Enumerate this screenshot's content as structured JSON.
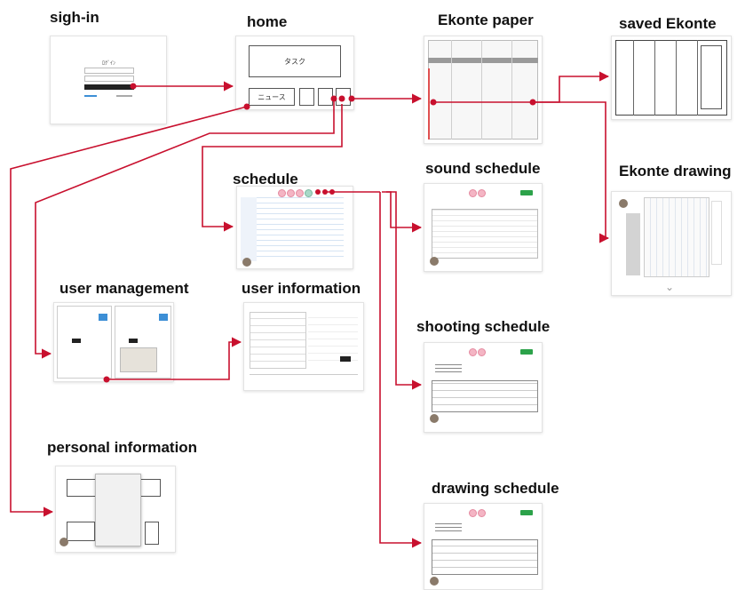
{
  "nodes": {
    "signin": {
      "title": "sigh-in",
      "form_title": "ﾛｸﾞｲﾝ"
    },
    "home": {
      "title": "home",
      "task_label": "タスク",
      "news_label": "ニュース"
    },
    "ekonte_paper": {
      "title": "Ekonte paper"
    },
    "saved_ekonte": {
      "title": "saved Ekonte"
    },
    "ekonte_drawing": {
      "title": "Ekonte drawing"
    },
    "schedule": {
      "title": "schedule"
    },
    "sound_schedule": {
      "title": "sound schedule"
    },
    "shooting_schedule": {
      "title": "shooting schedule"
    },
    "drawing_schedule": {
      "title": "drawing schedule"
    },
    "user_management": {
      "title": "user management"
    },
    "user_information": {
      "title": "user information"
    },
    "personal_information": {
      "title": "personal information"
    }
  },
  "colors": {
    "connector": "#c8102e",
    "box_border": "#555555",
    "accent_green": "#2ca24a",
    "accent_blue": "#3d8fd6"
  }
}
